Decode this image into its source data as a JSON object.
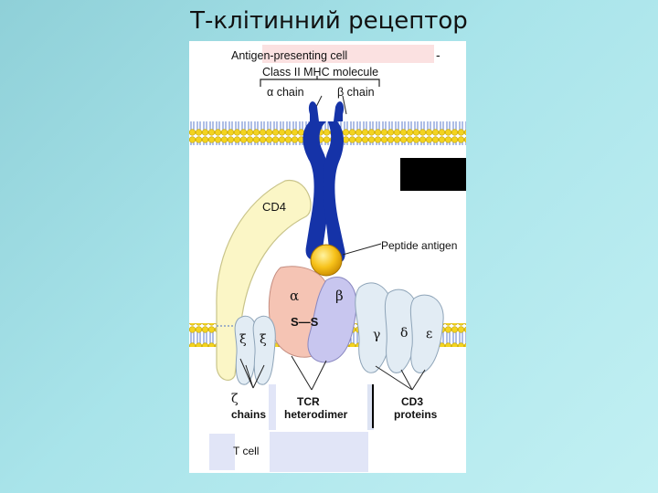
{
  "slide": {
    "title": "Т-клітинний рецептор"
  },
  "figure": {
    "apc_label": "Antigen-presenting cell",
    "apc_dash": "-",
    "mhc_label": "Class II MHC molecule",
    "alpha_chain": "α chain",
    "beta_chain": "β chain",
    "cd4_label": "CD4",
    "peptide_label": "Peptide antigen",
    "tcr_alpha": "α",
    "tcr_beta": "β",
    "disulfide": "S—S",
    "gamma": "γ",
    "delta": "δ",
    "epsilon": "ε",
    "xi_1": "ξ",
    "xi_2": "ξ",
    "zeta": "ζ",
    "zeta_caption": "chains",
    "tcr_caption_1": "TCR",
    "tcr_caption_2": "heterodimer",
    "cd3_caption_1": "CD3",
    "cd3_caption_2": "proteins",
    "tcell_label": "T cell"
  },
  "colors": {
    "mhc": "#1533a8",
    "cd4": "#fbf6c6",
    "peptide": "#f3b500",
    "tcr_alpha": "#f5c4b4",
    "tcr_beta": "#c8c6ef",
    "cd3": "#e2ecf4",
    "zeta": "#e2ecf4",
    "membrane_head": "#f3d320"
  }
}
